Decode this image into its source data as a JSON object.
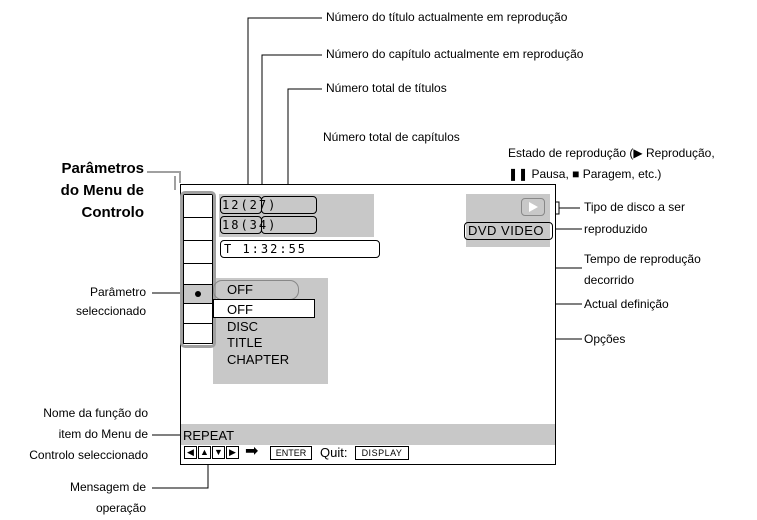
{
  "callouts": {
    "title_number": "Número do título actualmente em reprodução",
    "chapter_number": "Número do capítulo actualmente em reprodução",
    "total_titles": "Número total de títulos",
    "total_chapters": "Número total de capítulos",
    "play_status_line1": "Estado de reprodução (▶ Reprodução,",
    "play_status_line2": "❚❚ Pausa, ■ Paragem, etc.)",
    "disc_type_line1": "Tipo de disco a ser",
    "disc_type_line2": "reproduzido",
    "elapsed_line1": "Tempo de reprodução",
    "elapsed_line2": "decorrido",
    "current_setting": "Actual definição",
    "options": "Opções",
    "control_params_line1": "Parâmetros",
    "control_params_line2": "do Menu de",
    "control_params_line3": "Controlo",
    "selected_param_line1": "Parâmetro",
    "selected_param_line2": "seleccionado",
    "function_name_line1": "Nome da função do",
    "function_name_line2": "item do Menu de",
    "function_name_line3": "Controlo seleccionado",
    "op_msg_line1": "Mensagem de",
    "op_msg_line2": "operação"
  },
  "screen": {
    "title_row": "12(27)",
    "chapter_row": "18(34)",
    "time_row": "T   1:32:55",
    "disc_type": "DVD VIDEO",
    "current_value": "OFF",
    "options": [
      "OFF",
      "DISC",
      "TITLE",
      "CHAPTER"
    ],
    "function_name": "REPEAT",
    "enter_key": "ENTER",
    "quit_label": "Quit:",
    "display_key": "DISPLAY",
    "arrow_symbol": "➡"
  }
}
